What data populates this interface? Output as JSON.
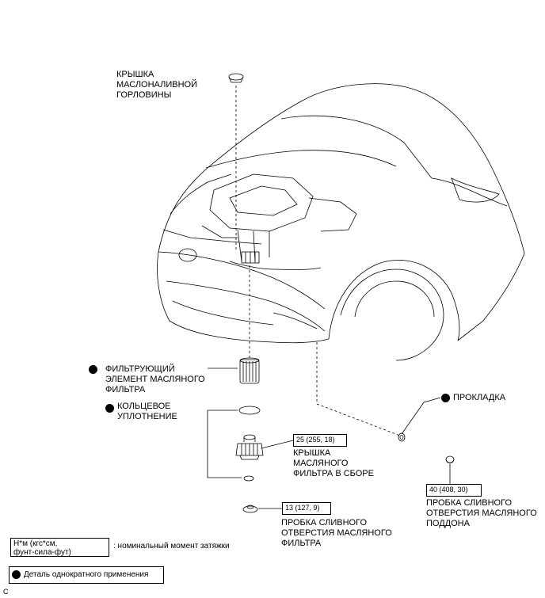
{
  "labels": {
    "oil_filler_cap": "КРЫШКА\nМАСЛОНАЛИВНОЙ\nГОРЛОВИНЫ",
    "filter_element": "ФИЛЬТРУЮЩИЙ\nЭЛЕМЕНТ МАСЛЯНОГО\nФИЛЬТРА",
    "o_ring": "КОЛЬЦЕВОЕ\nУПЛОТНЕНИЕ",
    "gasket": "ПРОКЛАДКА",
    "filter_cap_assembly": "КРЫШКА\nМАСЛЯНОГО\nФИЛЬТРА В СБОРЕ",
    "filter_drain_plug": "ПРОБКА СЛИВНОГО\nОТВЕРСТИЯ МАСЛЯНОГО\nФИЛЬТРА",
    "pan_drain_plug": "ПРОБКА СЛИВНОГО\nОТВЕРСТИЯ МАСЛЯНОГО\nПОДДОНА"
  },
  "torques": {
    "filter_cap": "25 (255, 18)",
    "filter_drain": "13 (127, 9)",
    "pan_drain": "40 (408, 30)"
  },
  "legend": {
    "unit_box": "Н*м (кгс*см,\nфунт-сила-фут)",
    "unit_desc": ": номинальный момент затяжки",
    "single_use": "Деталь однократного применения"
  },
  "figure_code": "C"
}
